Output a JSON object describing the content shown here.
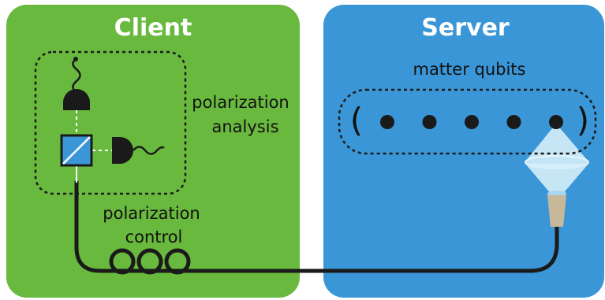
{
  "client": {
    "title": "Client",
    "box_color": "#6ab93f",
    "polarization_analysis": [
      "polarization",
      "analysis"
    ],
    "polarization_control": [
      "polarization",
      "control"
    ]
  },
  "server": {
    "title": "Server",
    "box_color": "#3a96d6",
    "matter_qubits_label": "matter qubits",
    "bracket_open": "(",
    "bracket_close": ")",
    "qubit_count": 5
  },
  "colors": {
    "fiber": "#1a1a1a",
    "detector": "#1a1a1a",
    "beam_splitter": "#3a96d6",
    "lens": "#d6eef9",
    "fiber_connector": "#c8b89a"
  },
  "icons": [
    "detector-icon",
    "beam-splitter-icon",
    "photon-wave-icon",
    "lens-icon",
    "fiber-connector-icon",
    "fiber-coil-icon",
    "qubit-icon"
  ]
}
